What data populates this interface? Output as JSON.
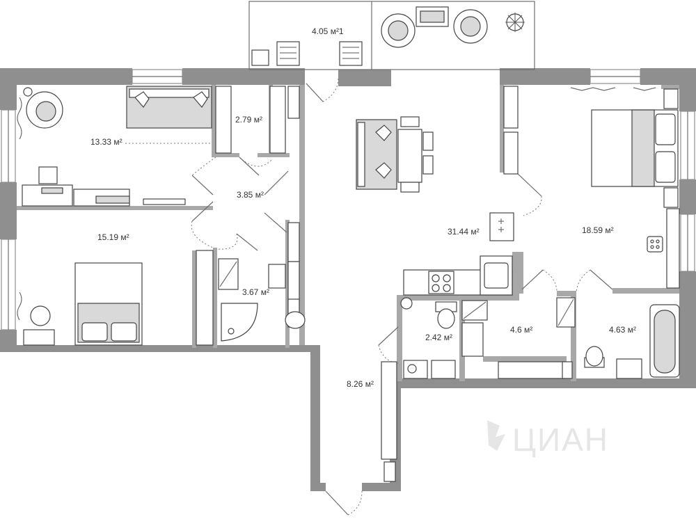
{
  "rooms": {
    "balcony": "4.05 м²1",
    "living_room_left": "13.33 м²",
    "closet_top": "2.79 м²",
    "corridor_small": "3.85 м²",
    "bedroom_left": "15.19 м²",
    "bathroom_left": "3.67 м²",
    "kitchen_living": "31.44 м²",
    "bedroom_right": "18.59 м²",
    "wc_small": "2.42 м²",
    "storage": "4.6 м²",
    "bathroom_right": "4.63 м²",
    "hallway": "8.26 м²"
  },
  "watermark": {
    "text": "ЦИАН"
  },
  "colors": {
    "wall": "#8f8f8f",
    "furniture_fill": "#d9d9d9",
    "line": "#444444"
  }
}
